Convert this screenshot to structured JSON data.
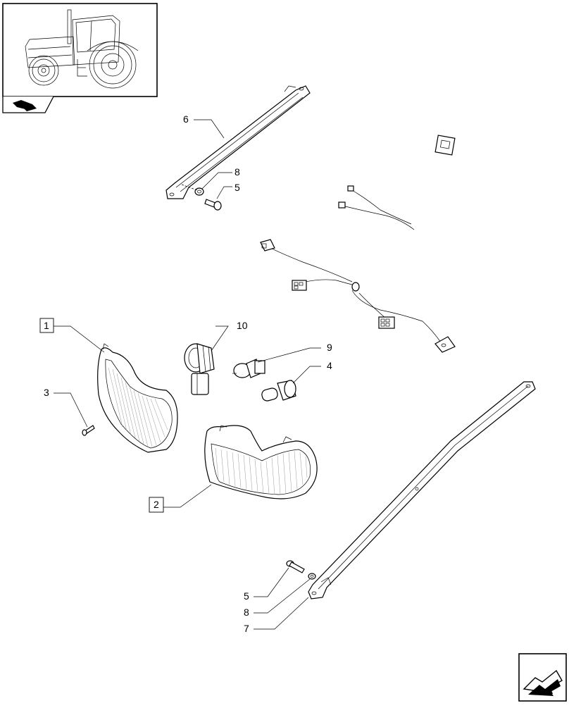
{
  "callouts": [
    {
      "id": "c6",
      "number": "6"
    },
    {
      "id": "c8a",
      "number": "8"
    },
    {
      "id": "c5a",
      "number": "5"
    },
    {
      "id": "c1",
      "number": "1",
      "boxed": true
    },
    {
      "id": "c10",
      "number": "10"
    },
    {
      "id": "c9",
      "number": "9"
    },
    {
      "id": "c4",
      "number": "4"
    },
    {
      "id": "c3",
      "number": "3"
    },
    {
      "id": "c2",
      "number": "2",
      "boxed": true
    },
    {
      "id": "c5b",
      "number": "5"
    },
    {
      "id": "c8b",
      "number": "8"
    },
    {
      "id": "c7",
      "number": "7"
    }
  ],
  "icons": {
    "thumbnail": "tractor-thumbnail-icon",
    "group": "group-tab-icon",
    "next": "next-page-arrow-icon"
  }
}
